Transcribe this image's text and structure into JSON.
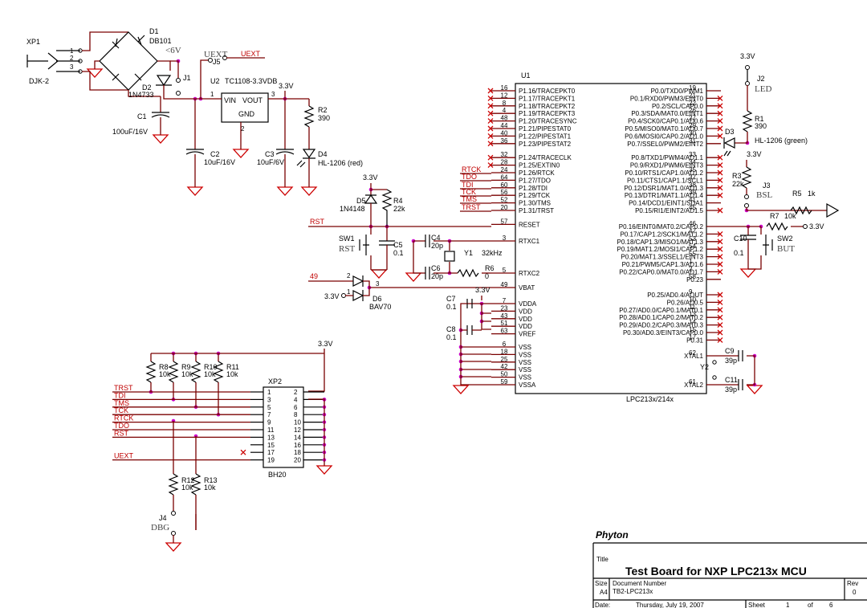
{
  "connectors": {
    "xp1": {
      "ref": "XP1",
      "value": "DJK-2",
      "pins": [
        "1",
        "2",
        "3"
      ]
    },
    "j5": {
      "ref": "J5",
      "label": "UEXT"
    },
    "uext_net": "UEXT",
    "j1": "J1",
    "j2": {
      "ref": "J2",
      "label": "LED"
    },
    "j3": {
      "ref": "J3",
      "label": "BSL"
    },
    "j4": {
      "ref": "J4",
      "label": "DBG"
    },
    "xp2": {
      "ref": "XP2",
      "value": "BH20",
      "left_pins": [
        "1",
        "3",
        "5",
        "7",
        "9",
        "11",
        "13",
        "15",
        "17",
        "19"
      ],
      "right_pins": [
        "2",
        "4",
        "6",
        "8",
        "10",
        "12",
        "14",
        "16",
        "18",
        "20"
      ]
    }
  },
  "power": {
    "d1": {
      "ref": "D1",
      "value": "DB101",
      "note": "<6V"
    },
    "d2": {
      "ref": "D2",
      "value": "1N4733"
    },
    "c1": {
      "ref": "C1",
      "value": "100uF/16V"
    },
    "u2": {
      "ref": "U2",
      "value": "TC1108-3.3VDB",
      "vin": "VIN",
      "vout": "VOUT",
      "gnd": "GND",
      "pin1": "1",
      "pin2": "2",
      "pin3": "3"
    },
    "c2": {
      "ref": "C2",
      "value": "10uF/16V"
    },
    "c3": {
      "ref": "C3",
      "value": "10uF/6V"
    },
    "r2": {
      "ref": "R2",
      "value": "390"
    },
    "d4": {
      "ref": "D4",
      "value": "HL-1206 (red)"
    },
    "v33": "3.3V"
  },
  "reset": {
    "d5": {
      "ref": "D5",
      "value": "1N4148"
    },
    "r4": {
      "ref": "R4",
      "value": "22k"
    },
    "sw1": {
      "ref": "SW1",
      "label": "RST"
    },
    "c5": {
      "ref": "C5",
      "value": "0.1"
    },
    "rst_net": "RST"
  },
  "crystal_rtc": {
    "c4": {
      "ref": "C4",
      "value": "20p"
    },
    "c6": {
      "ref": "C6",
      "value": "20p"
    },
    "y1": {
      "ref": "Y1",
      "value": "32kHz"
    },
    "r6": {
      "ref": "R6",
      "value": "0"
    }
  },
  "vbat": {
    "net": "49",
    "d6": {
      "ref": "D6",
      "value": "BAV70"
    },
    "v33": "3.3V",
    "pin1": "1",
    "pin2": "2",
    "pin3": "3"
  },
  "decoupling": {
    "c7": {
      "ref": "C7",
      "value": "0.1"
    },
    "c8": {
      "ref": "C8",
      "value": "0.1"
    }
  },
  "mcu": {
    "ref": "U1",
    "value": "LPC213x/214x",
    "left_pins": [
      {
        "num": "16",
        "name": "P1.16/TRACEPKT0"
      },
      {
        "num": "12",
        "name": "P1.17/TRACEPKT1"
      },
      {
        "num": "8",
        "name": "P1.18/TRACEPKT2"
      },
      {
        "num": "4",
        "name": "P1.19/TRACEPKT3"
      },
      {
        "num": "48",
        "name": "P1.20/TRACESYNC"
      },
      {
        "num": "44",
        "name": "P1.21/PIPESTAT0"
      },
      {
        "num": "40",
        "name": "P1.22/PIPESTAT1"
      },
      {
        "num": "36",
        "name": "P1.23/PIPESTAT2"
      },
      {
        "num": "32",
        "name": "P1.24/TRACECLK"
      },
      {
        "num": "28",
        "name": "P1.25/EXTIN0"
      },
      {
        "num": "24",
        "name": "P1.26/RTCK"
      },
      {
        "num": "64",
        "name": "P1.27/TDO"
      },
      {
        "num": "60",
        "name": "P1.28/TDI"
      },
      {
        "num": "56",
        "name": "P1.29/TCK"
      },
      {
        "num": "52",
        "name": "P1.30/TMS"
      },
      {
        "num": "20",
        "name": "P1.31/TRST"
      },
      {
        "num": "57",
        "name": "RESET"
      },
      {
        "num": "3",
        "name": "RTXC1"
      },
      {
        "num": "5",
        "name": "RTXC2"
      },
      {
        "num": "49",
        "name": "VBAT"
      },
      {
        "num": "7",
        "name": "VDDA"
      },
      {
        "num": "23",
        "name": "VDD"
      },
      {
        "num": "43",
        "name": "VDD"
      },
      {
        "num": "51",
        "name": "VDD"
      },
      {
        "num": "63",
        "name": "VREF"
      },
      {
        "num": "6",
        "name": "VSS"
      },
      {
        "num": "18",
        "name": "VSS"
      },
      {
        "num": "25",
        "name": "VSS"
      },
      {
        "num": "42",
        "name": "VSS"
      },
      {
        "num": "50",
        "name": "VSS"
      },
      {
        "num": "59",
        "name": "VSSA"
      }
    ],
    "right_pins": [
      {
        "num": "19",
        "name": "P0.0/TXD0/PWM1"
      },
      {
        "num": "21",
        "name": "P0.1/RXD0/PWM3/EINT0"
      },
      {
        "num": "22",
        "name": "P0.2/SCL/CAP0.0"
      },
      {
        "num": "26",
        "name": "P0.3/SDA/MAT0.0/EINT1"
      },
      {
        "num": "27",
        "name": "P0.4/SCK0/CAP0.1/AD0.6"
      },
      {
        "num": "29",
        "name": "P0.5/MISO0/MAT0.1/AD0.7"
      },
      {
        "num": "30",
        "name": "P0.6/MOSI0/CAP0.2/AD1.0"
      },
      {
        "num": "31",
        "name": "P0.7/SSEL0/PWM2/EINT2"
      },
      {
        "num": "33",
        "name": "P0.8/TXD1/PWM4/AD1.1"
      },
      {
        "num": "34",
        "name": "P0.9/RXD1/PWM6/EINT3"
      },
      {
        "num": "35",
        "name": "P0.10/RTS1/CAP1.0/AD1.2"
      },
      {
        "num": "37",
        "name": "P0.11/CTS1/CAP1.1/SCL1"
      },
      {
        "num": "38",
        "name": "P0.12/DSR1/MAT1.0/AD1.3"
      },
      {
        "num": "39",
        "name": "P0.13/DTR1/MAT1.1/AD1.4"
      },
      {
        "num": "41",
        "name": "P0.14/DCD1/EINT1/SDA1"
      },
      {
        "num": "45",
        "name": "P0.15/RI1/EINT2/AD1.5"
      },
      {
        "num": "46",
        "name": "P0.16/EINT0/MAT0.2/CAP0.2"
      },
      {
        "num": "47",
        "name": "P0.17/CAP1.2/SCK1/MAT1.2"
      },
      {
        "num": "53",
        "name": "P0.18/CAP1.3/MISO1/MAT1.3"
      },
      {
        "num": "54",
        "name": "P0.19/MAT1.2/MOSI1/CAP1.2"
      },
      {
        "num": "55",
        "name": "P0.20/MAT1.3/SSEL1/EINT3"
      },
      {
        "num": "1",
        "name": "P0.21/PWM5/CAP1.3/AD1.6"
      },
      {
        "num": "2",
        "name": "P0.22/CAP0.0/MAT0.0/AD1.7"
      },
      {
        "num": "58",
        "name": "P0.23"
      },
      {
        "num": "9",
        "name": "P0.25/AD0.4/AOUT"
      },
      {
        "num": "10",
        "name": "P0.26/AD0.5"
      },
      {
        "num": "11",
        "name": "P0.27/AD0.0/CAP0.1/MAT0.1"
      },
      {
        "num": "13",
        "name": "P0.28/AD0.1/CAP0.2/MAT0.2"
      },
      {
        "num": "14",
        "name": "P0.29/AD0.2/CAP0.3/MAT0.3"
      },
      {
        "num": "15",
        "name": "P0.30/AD0.3/EINT3/CAP0.0"
      },
      {
        "num": "17",
        "name": "P0.31"
      },
      {
        "num": "62",
        "name": "XTAL1"
      },
      {
        "num": "61",
        "name": "XTAL2"
      }
    ]
  },
  "jtag_nets": [
    "RTCK",
    "TDO",
    "TDI",
    "TCK",
    "TMS",
    "TRST"
  ],
  "led": {
    "r1": {
      "ref": "R1",
      "value": "390"
    },
    "d3": {
      "ref": "D3",
      "value": "HL-1206 (green)"
    }
  },
  "bsl": {
    "r3": {
      "ref": "R3",
      "value": "22k"
    },
    "r5": {
      "ref": "R5",
      "value": "1k"
    }
  },
  "but": {
    "r7": {
      "ref": "R7",
      "value": "10k"
    },
    "c10": {
      "ref": "C10",
      "value": "0.1"
    },
    "sw2": {
      "ref": "SW2",
      "label": "BUT"
    }
  },
  "xtal": {
    "y2": "Y2",
    "c9": {
      "ref": "C9",
      "value": "39p"
    },
    "c11": {
      "ref": "C11",
      "value": "39p"
    }
  },
  "jtag_pullups": [
    {
      "ref": "R8",
      "value": "10k"
    },
    {
      "ref": "R9",
      "value": "10k"
    },
    {
      "ref": "R10",
      "value": "10k"
    },
    {
      "ref": "R11",
      "value": "10k"
    }
  ],
  "jtag_left_nets": [
    "TRST",
    "TDI",
    "TMS",
    "TCK",
    "RTCK",
    "TDO",
    "RST",
    "UEXT"
  ],
  "dbg_pulls": [
    {
      "ref": "R12",
      "value": "10k"
    },
    {
      "ref": "R13",
      "value": "10k"
    }
  ],
  "title_block": {
    "company": "Phyton",
    "title_label": "Title",
    "title": "Test Board for NXP LPC213x MCU",
    "size_label": "Size",
    "size": "A4",
    "docnum_label": "Document Number",
    "docnum": "TB2-LPC213x",
    "rev_label": "Rev",
    "rev": "0",
    "date_label": "Date:",
    "date": "Thursday, July 19, 2007",
    "sheet_label": "Sheet",
    "sheet": "1",
    "of_label": "of",
    "sheets": "6"
  },
  "colors": {
    "wire": "#7a0000",
    "net_label": "#c00000",
    "junction": "#cc00cc",
    "symbol": "#000000"
  }
}
